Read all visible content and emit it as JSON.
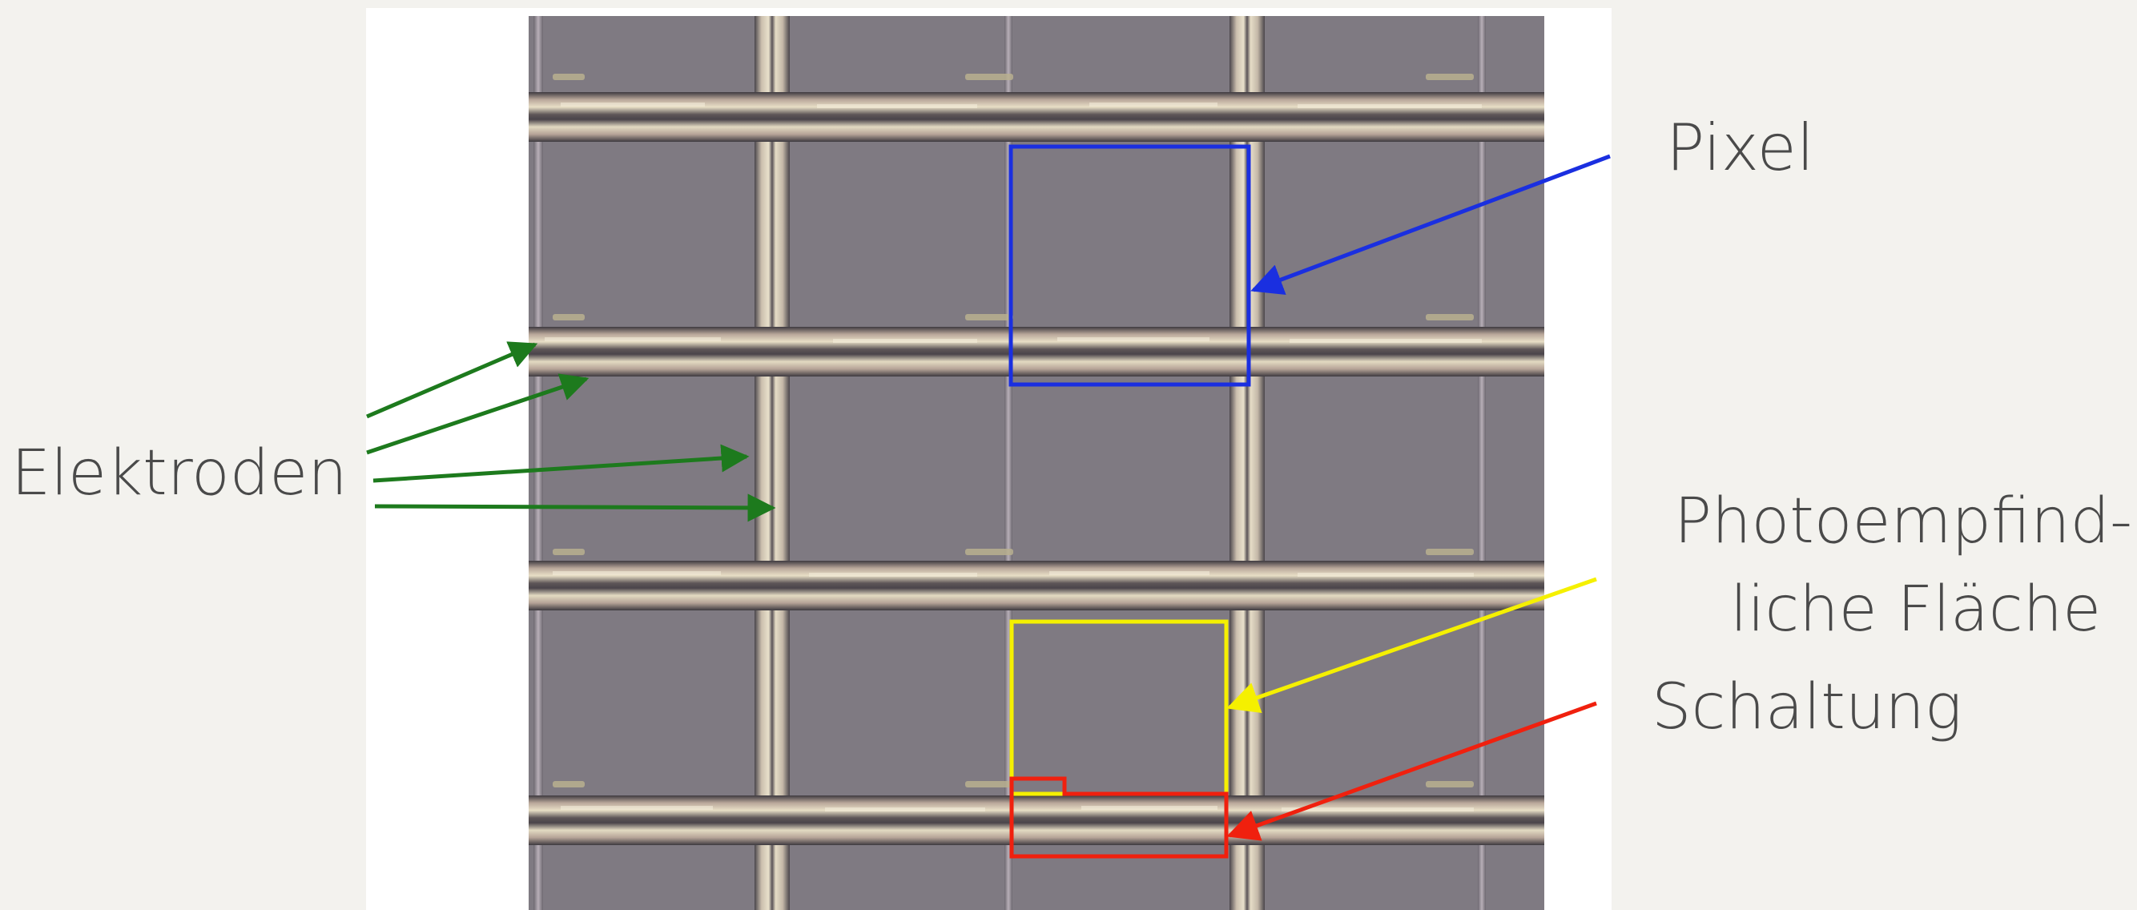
{
  "labels": {
    "pixel": "Pixel",
    "elektroden": "Elektroden",
    "photo_line1": "Photoempfind-",
    "photo_line2": "liche Fläche",
    "schaltung": "Schaltung"
  },
  "colors": {
    "background": "#f3f2ee",
    "pixel_box": "#1a2fe0",
    "photo_box": "#f5f000",
    "circuit_box": "#f0200e",
    "electrode_arrows": "#1d7a1d",
    "pixel_cell": "#7f7a82",
    "electrode_stripe": "#d8cfb8"
  }
}
